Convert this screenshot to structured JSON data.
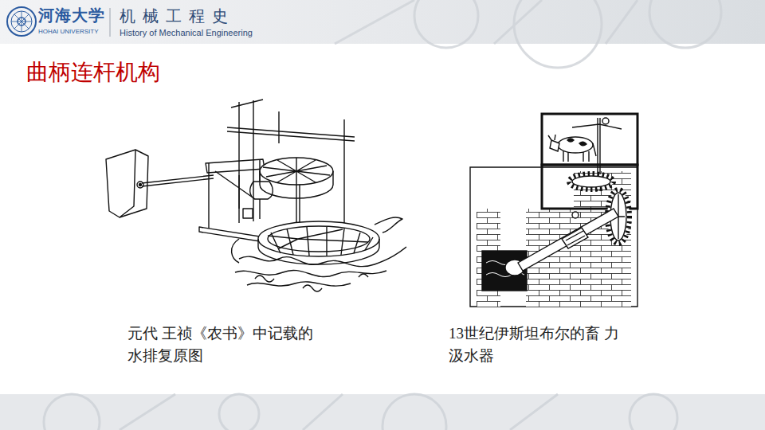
{
  "diagram": {
    "title": "曲柄连杆机构",
    "labels": [
      "河海大学",
      "HOHAI UNIVERSITY",
      "机 械 工 程 史",
      "History of Mechanical Engineering",
      "元代 王祯《农书》中记载的 水排复原图",
      "13世纪伊斯坦布尔的畜 力汲水器"
    ]
  }
}
